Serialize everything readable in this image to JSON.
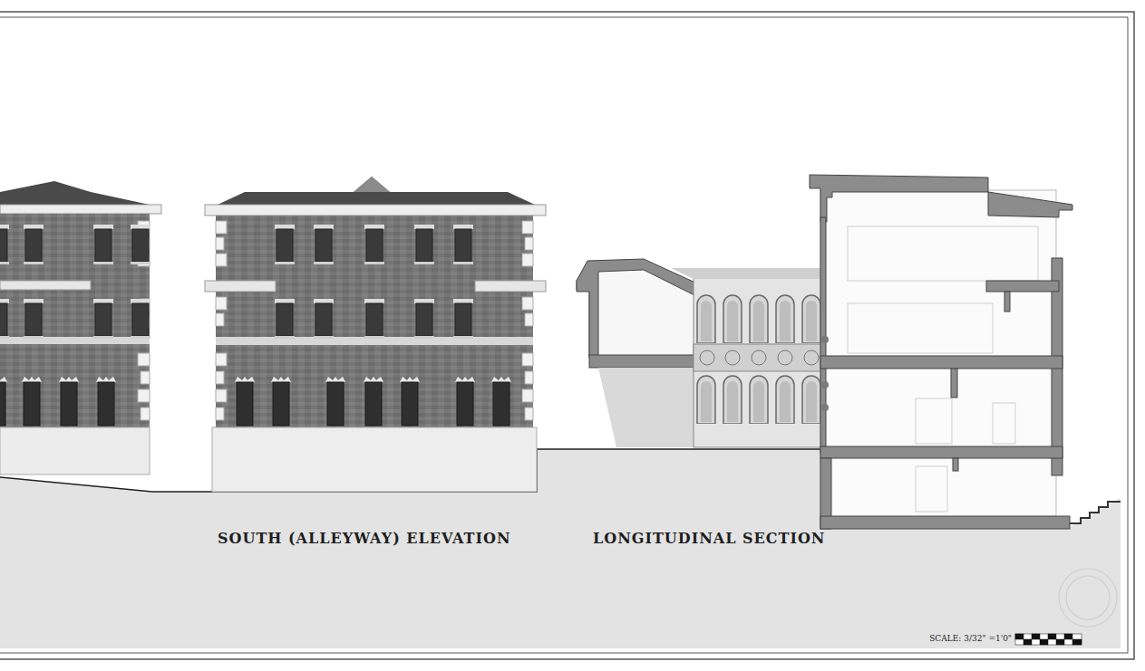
{
  "diagram": {
    "labels": [
      "SOUTH (ALLEYWAY) ELEVATION",
      "LONGITUDINAL SECTION",
      "SCALE: 3/32\" =1'0\""
    ]
  }
}
